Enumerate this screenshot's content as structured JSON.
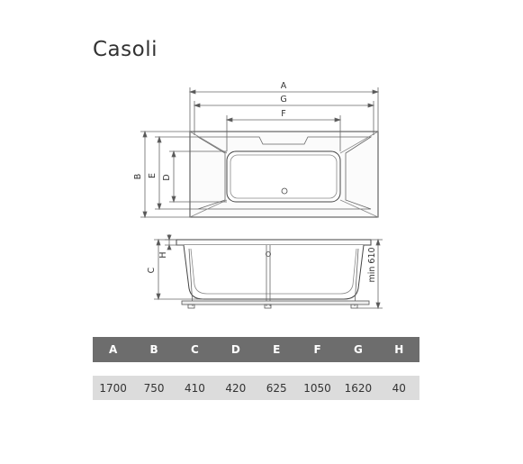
{
  "title": "Casoli",
  "dimension_labels": {
    "A": "A",
    "B": "B",
    "C": "C",
    "D": "D",
    "E": "E",
    "F": "F",
    "G": "G",
    "H": "H",
    "min_height": "min 610"
  },
  "table": {
    "headers": [
      "A",
      "B",
      "C",
      "D",
      "E",
      "F",
      "G",
      "H"
    ],
    "values": [
      "1700",
      "750",
      "410",
      "420",
      "625",
      "1050",
      "1620",
      "40"
    ]
  }
}
